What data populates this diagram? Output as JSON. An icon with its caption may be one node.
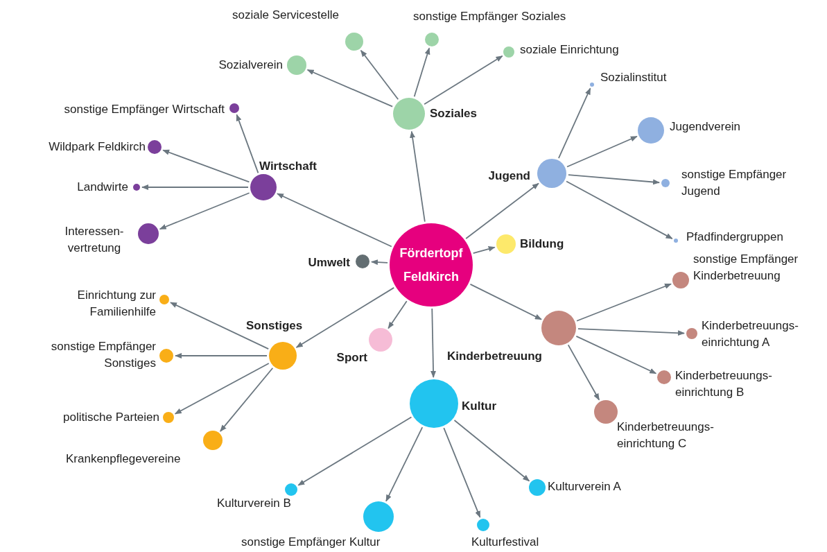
{
  "diagram": {
    "nodes": [
      {
        "text": [
          "Fördertopf Feldkirch"
        ]
      },
      {
        "text": [
          "Soziales"
        ]
      },
      {
        "text": [
          "Sozialverein"
        ]
      },
      {
        "text": [
          "soziale Servicestelle"
        ]
      },
      {
        "text": [
          "sonstige Empfänger Soziales"
        ]
      },
      {
        "text": [
          "soziale Einrichtung"
        ]
      },
      {
        "text": [
          "Jugend"
        ]
      },
      {
        "text": [
          "Sozialinstitut"
        ]
      },
      {
        "text": [
          "Jugendverein"
        ]
      },
      {
        "text": [
          "sonstige Empfänger Jugend"
        ]
      },
      {
        "text": [
          "Pfadfindergruppen"
        ]
      },
      {
        "text": [
          "Bildung"
        ]
      },
      {
        "text": [
          "Kinderbetreuung"
        ]
      },
      {
        "text": [
          "sonstige Empfänger Kinderbetreuung"
        ]
      },
      {
        "text": [
          "Kinderbetreuungs-einrichtung A"
        ]
      },
      {
        "text": [
          "Kinderbetreuungs-einrichtung B"
        ]
      },
      {
        "text": [
          "Kinderbetreuungs-einrichtung C"
        ]
      },
      {
        "text": [
          "Kultur"
        ]
      },
      {
        "text": [
          "Kulturverein A"
        ]
      },
      {
        "text": [
          "Kulturverein B"
        ]
      },
      {
        "text": [
          "sonstige Empfänger Kultur"
        ]
      },
      {
        "text": [
          "Kulturfestival"
        ]
      },
      {
        "text": [
          "Sport"
        ]
      },
      {
        "text": [
          "Sonstiges"
        ]
      },
      {
        "text": [
          "Einrichtung zur Familienhilfe"
        ]
      },
      {
        "text": [
          "sonstige Empfänger Sonstiges"
        ]
      },
      {
        "text": [
          "politische Parteien"
        ]
      },
      {
        "text": [
          "Krankenpflegevereine"
        ]
      },
      {
        "text": [
          "Umwelt"
        ]
      },
      {
        "text": [
          "Wirtschaft"
        ]
      },
      {
        "text": [
          "sonstige Empfänger Wirtschaft"
        ]
      },
      {
        "text": [
          "Wildpark Feldkirch"
        ]
      },
      {
        "text": [
          "Landwirte"
        ]
      },
      {
        "text": [
          "Interessen-vertretung"
        ]
      }
    ],
    "edges": [
      {
        "from": 0,
        "to": 1,
        "arrow": "to"
      },
      {
        "from": 0,
        "to": 6,
        "arrow": "to"
      },
      {
        "from": 0,
        "to": 11,
        "arrow": "to"
      },
      {
        "from": 0,
        "to": 12,
        "arrow": "to"
      },
      {
        "from": 0,
        "to": 17,
        "arrow": "to"
      },
      {
        "from": 0,
        "to": 22,
        "arrow": "to"
      },
      {
        "from": 0,
        "to": 23,
        "arrow": "to"
      },
      {
        "from": 0,
        "to": 28,
        "arrow": "to"
      },
      {
        "from": 0,
        "to": 29,
        "arrow": "to"
      },
      {
        "from": 1,
        "to": 2,
        "arrow": "to"
      },
      {
        "from": 1,
        "to": 3,
        "arrow": "to"
      },
      {
        "from": 1,
        "to": 4,
        "arrow": "to"
      },
      {
        "from": 1,
        "to": 5,
        "arrow": "to"
      },
      {
        "from": 6,
        "to": 7,
        "arrow": "to"
      },
      {
        "from": 6,
        "to": 8,
        "arrow": "to"
      },
      {
        "from": 6,
        "to": 9,
        "arrow": "to"
      },
      {
        "from": 6,
        "to": 10,
        "arrow": "to"
      },
      {
        "from": 12,
        "to": 13,
        "arrow": "to"
      },
      {
        "from": 12,
        "to": 14,
        "arrow": "to"
      },
      {
        "from": 12,
        "to": 15,
        "arrow": "to"
      },
      {
        "from": 12,
        "to": 16,
        "arrow": "to"
      },
      {
        "from": 17,
        "to": 18,
        "arrow": "to"
      },
      {
        "from": 17,
        "to": 19,
        "arrow": "to"
      },
      {
        "from": 17,
        "to": 20,
        "arrow": "to"
      },
      {
        "from": 17,
        "to": 21,
        "arrow": "to"
      },
      {
        "from": 23,
        "to": 24,
        "arrow": "to"
      },
      {
        "from": 23,
        "to": 25,
        "arrow": "to"
      },
      {
        "from": 23,
        "to": 26,
        "arrow": "to"
      },
      {
        "from": 23,
        "to": 27,
        "arrow": "to"
      },
      {
        "from": 29,
        "to": 30,
        "arrow": "to"
      },
      {
        "from": 29,
        "to": 31,
        "arrow": "to"
      },
      {
        "from": 29,
        "to": 32,
        "arrow": "to"
      },
      {
        "from": 29,
        "to": 33,
        "arrow": "to"
      }
    ]
  }
}
